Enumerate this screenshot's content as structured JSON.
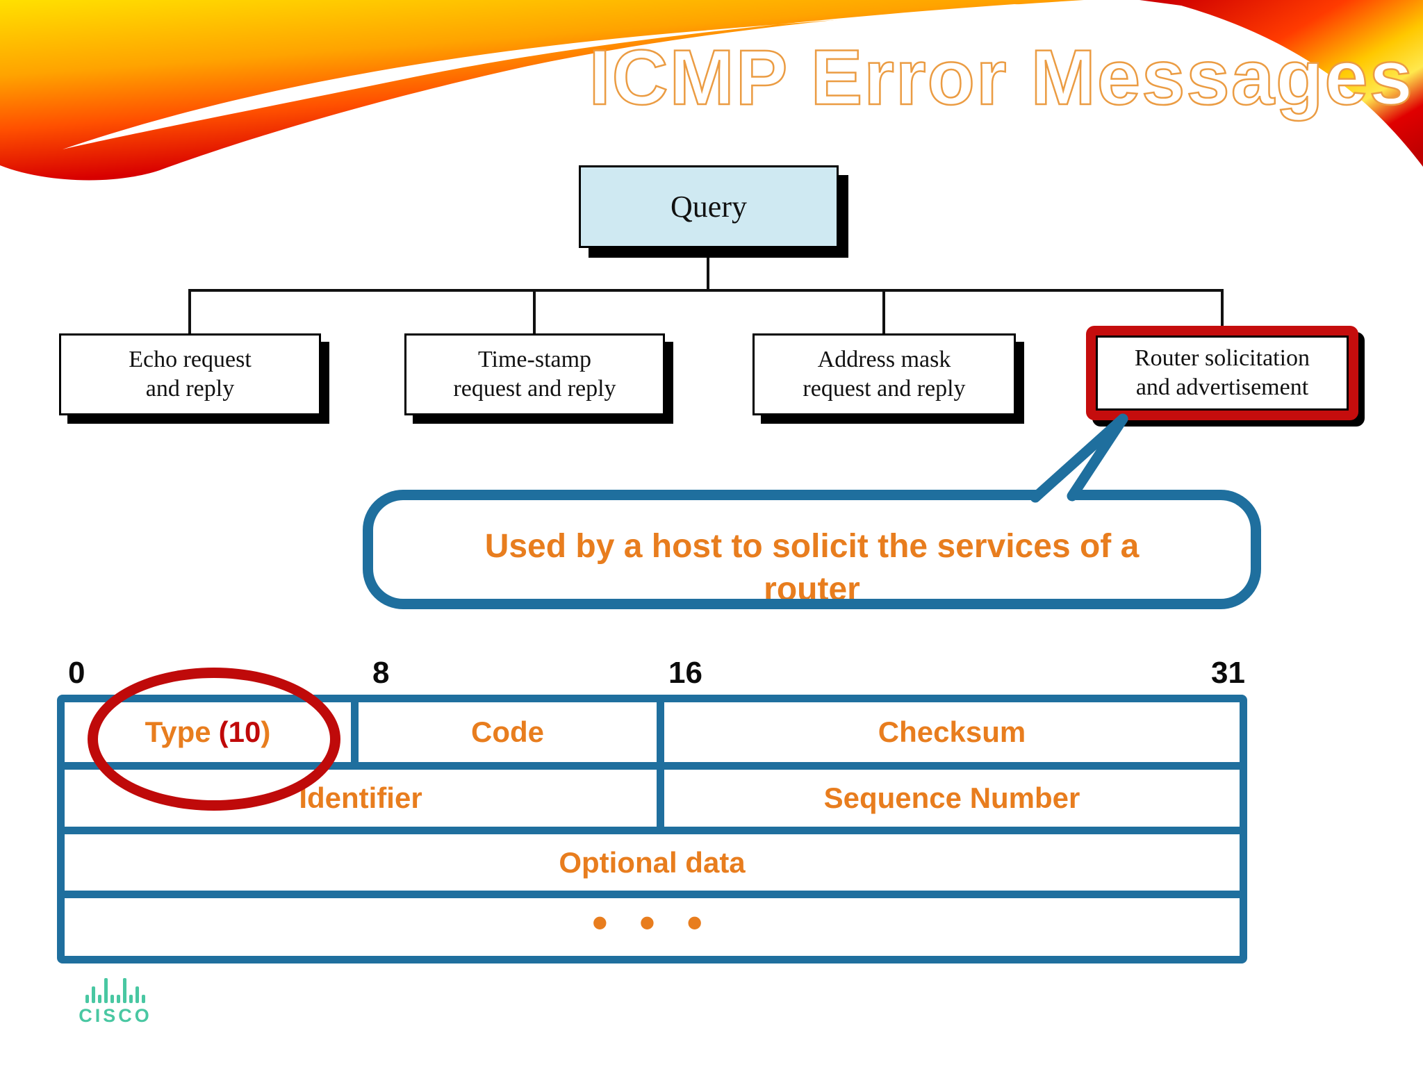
{
  "slide": {
    "title": "ICMP Error Messages"
  },
  "tree": {
    "root_label": "Query",
    "nodes": [
      {
        "line1": "Echo request",
        "line2": "and reply"
      },
      {
        "line1": "Time-stamp",
        "line2": "request and reply"
      },
      {
        "line1": "Address mask",
        "line2": "request and reply"
      },
      {
        "line1": "Router solicitation",
        "line2": "and advertisement",
        "highlighted": true
      }
    ]
  },
  "callout": {
    "line1": "Used by a host to solicit the services of a",
    "line2": "router"
  },
  "packet_diagram": {
    "bit_labels": [
      "0",
      "8",
      "16",
      "31"
    ],
    "fields": {
      "type_word": "Type",
      "type_open_paren": "(",
      "type_value": "10",
      "type_close_paren": ")",
      "code": "Code",
      "checksum": "Checksum",
      "identifier": "Identifier",
      "sequence_number": "Sequence Number",
      "optional_data": "Optional data",
      "continuation_dots": "• • •"
    }
  },
  "logo": {
    "text": "CISCO"
  },
  "colors": {
    "accent_blue": "#1f6f9e",
    "accent_orange": "#e87d1e",
    "accent_red": "#c00909",
    "node_fill_blue": "#cfe9f2",
    "logo_teal": "#49c7a2",
    "title_outline": "#eb9c43"
  }
}
